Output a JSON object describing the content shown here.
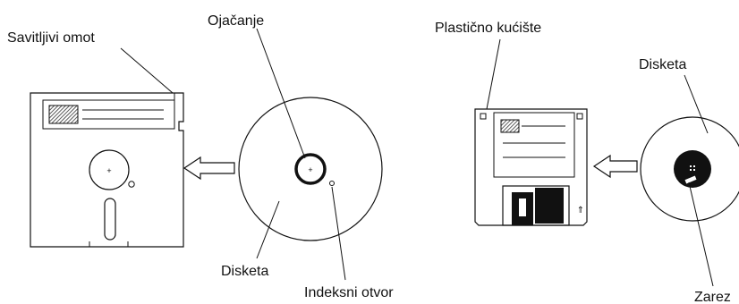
{
  "left_diagram": {
    "labels": {
      "jacket": "Savitljivi omot",
      "hub_ring": "Ojačanje",
      "disk": "Disketa",
      "index_hole": "Indeksni otvor"
    }
  },
  "right_diagram": {
    "labels": {
      "shell": "Plastično kućište",
      "disk": "Disketa",
      "notch": "Zarez"
    }
  },
  "colors": {
    "line": "#111111",
    "background": "#ffffff",
    "hatch": "#444444"
  }
}
